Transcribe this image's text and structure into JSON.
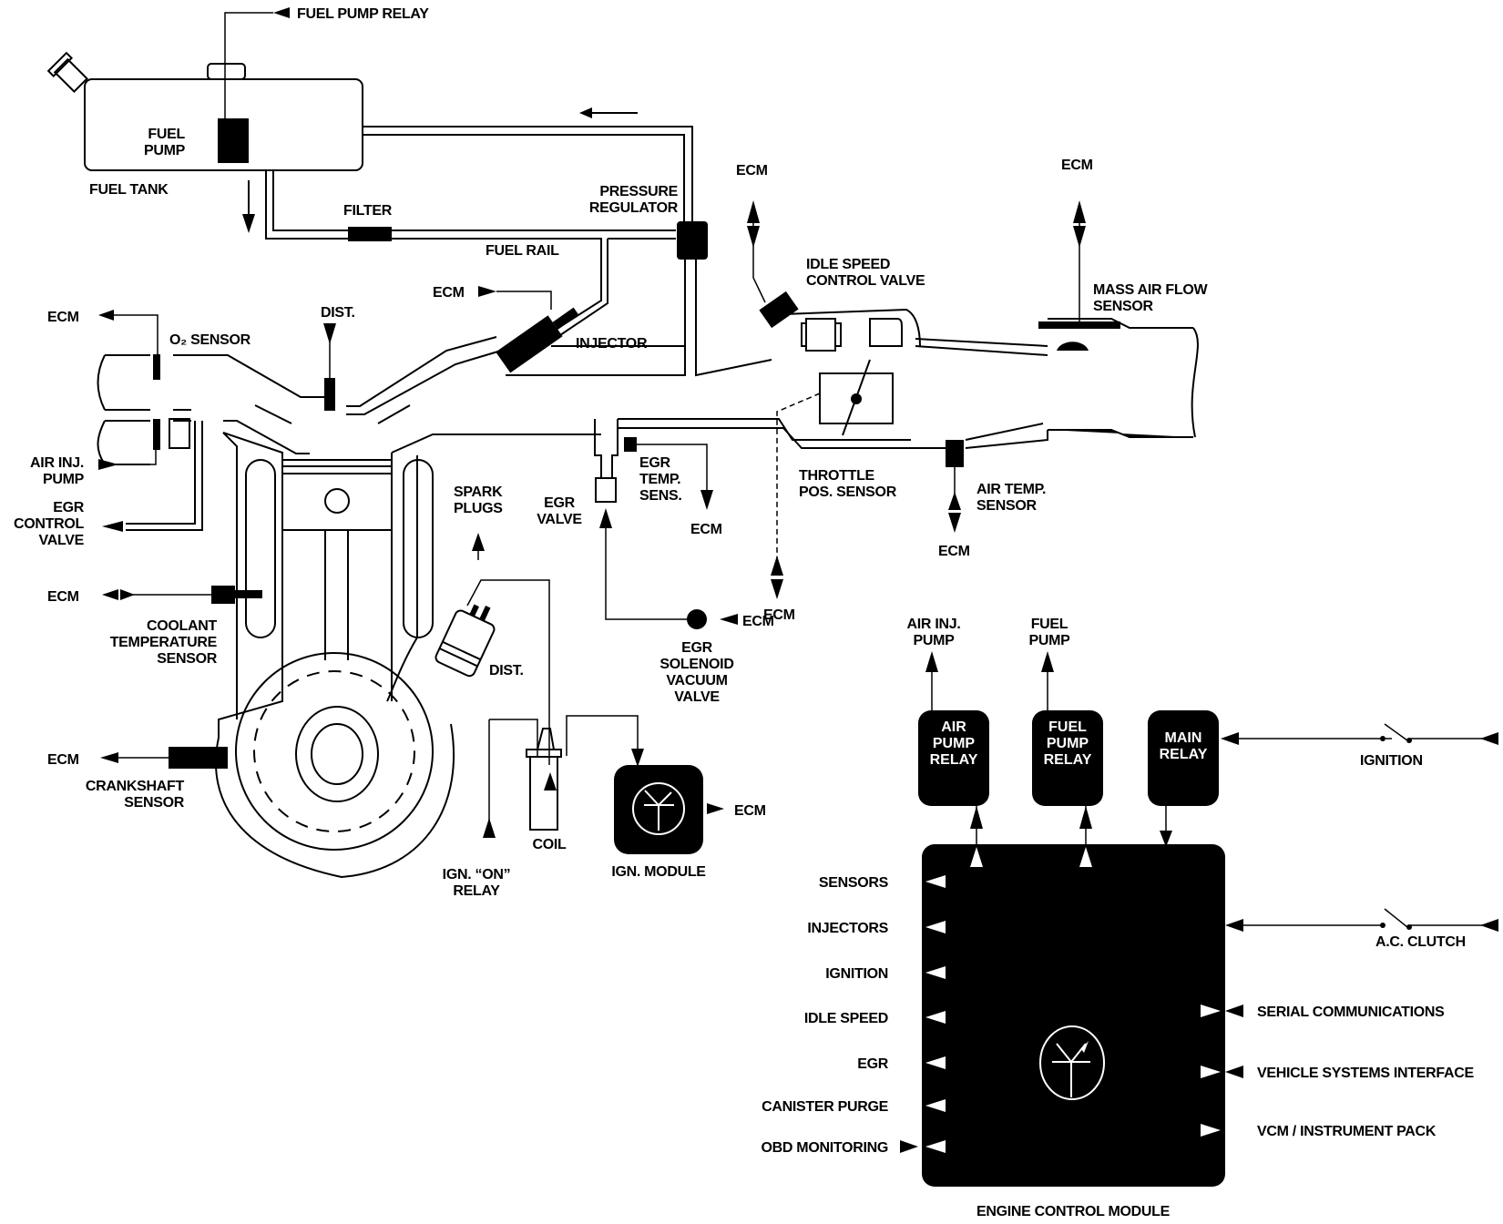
{
  "diagram": {
    "title": "ENGINE CONTROL MODULE",
    "fuel_system": {
      "fuel_pump_relay": "FUEL PUMP RELAY",
      "fuel_pump": [
        "FUEL",
        "PUMP"
      ],
      "fuel_tank": "FUEL TANK",
      "filter": "FILTER",
      "fuel_rail": "FUEL RAIL",
      "pressure_regulator": [
        "PRESSURE",
        "REGULATOR"
      ],
      "injector": "INJECTOR"
    },
    "ecm": "ECM",
    "engine": {
      "o2_sensor": "O₂ SENSOR",
      "dist_top": "DIST.",
      "air_inj_pump": [
        "AIR INJ.",
        "PUMP"
      ],
      "egr_control_valve": [
        "EGR",
        "CONTROL",
        "VALVE"
      ],
      "coolant_temp_sensor": [
        "COOLANT",
        "TEMPERATURE",
        "SENSOR"
      ],
      "crankshaft_sensor": [
        "CRANKSHAFT",
        "SENSOR"
      ],
      "spark_plugs": [
        "SPARK",
        "PLUGS"
      ],
      "dist": "DIST.",
      "egr_valve": [
        "EGR",
        "VALVE"
      ],
      "egr_temp_sens": [
        "EGR",
        "TEMP.",
        "SENS."
      ],
      "egr_solenoid": [
        "EGR",
        "SOLENOID",
        "VACUUM",
        "VALVE"
      ],
      "coil": "COIL",
      "ign_on_relay": [
        "IGN. “ON”",
        "RELAY"
      ],
      "ign_module": "IGN. MODULE"
    },
    "intake": {
      "idle_speed": [
        "IDLE SPEED",
        "CONTROL VALVE"
      ],
      "maf": [
        "MASS AIR FLOW",
        "SENSOR"
      ],
      "throttle_pos": [
        "THROTTLE",
        "POS. SENSOR"
      ],
      "air_temp": [
        "AIR TEMP.",
        "SENSOR"
      ]
    },
    "control": {
      "air_inj_pump": [
        "AIR INJ.",
        "PUMP"
      ],
      "fuel_pump": [
        "FUEL",
        "PUMP"
      ],
      "air_pump_relay": [
        "AIR",
        "PUMP",
        "RELAY"
      ],
      "fuel_pump_relay": [
        "FUEL",
        "PUMP",
        "RELAY"
      ],
      "main_relay": [
        "MAIN",
        "RELAY"
      ],
      "ignition": "IGNITION",
      "ac_clutch": "A.C. CLUTCH",
      "outputs_left": [
        "SENSORS",
        "INJECTORS",
        "IGNITION",
        "IDLE SPEED",
        "EGR",
        "CANISTER PURGE",
        "OBD MONITORING"
      ],
      "outputs_right": [
        "SERIAL COMMUNICATIONS",
        "VEHICLE SYSTEMS INTERFACE",
        "VCM / INSTRUMENT PACK"
      ]
    }
  }
}
